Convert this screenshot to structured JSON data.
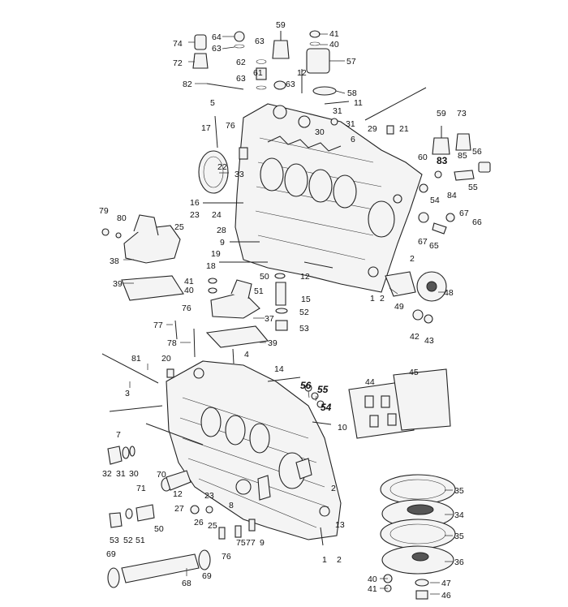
{
  "labels": {
    "p1": "1",
    "p2": "2",
    "p2b": "2",
    "p2c": "2",
    "p3": "3",
    "p4": "4",
    "p5": "5",
    "p6": "6",
    "p7": "7",
    "p8": "8",
    "p9": "9",
    "p9b": "9",
    "p10": "10",
    "p11": "11",
    "p12": "12",
    "p12b": "12",
    "p12c": "12",
    "p13": "13",
    "p14": "14",
    "p15": "15",
    "p16": "16",
    "p17": "17",
    "p18": "18",
    "p19": "19",
    "p20": "20",
    "p21": "21",
    "p22": "22",
    "p23": "23",
    "p23b": "23",
    "p24": "24",
    "p25": "25",
    "p25b": "25",
    "p26": "26",
    "p27": "27",
    "p28": "28",
    "p29": "29",
    "p30": "30",
    "p30b": "30",
    "p31": "31",
    "p31b": "31",
    "p32": "32",
    "p33": "33",
    "p34": "34",
    "p35": "35",
    "p35b": "35",
    "p36": "36",
    "p37": "37",
    "p38": "38",
    "p39": "39",
    "p39b": "39",
    "p40": "40",
    "p40b": "40",
    "p40c": "40",
    "p41": "41",
    "p41b": "41",
    "p41c": "41",
    "p42": "42",
    "p43": "43",
    "p44": "44",
    "p45": "45",
    "p46": "46",
    "p47": "47",
    "p48": "48",
    "p49": "49",
    "p50": "50",
    "p50b": "50",
    "p51": "51",
    "p51b": "51",
    "p52": "52",
    "p52b": "52",
    "p53": "53",
    "p53b": "53",
    "p54": "54",
    "p55": "55",
    "p56": "56",
    "p57": "57",
    "p58": "58",
    "p59": "59",
    "p59b": "59",
    "p60": "60",
    "p61": "61",
    "p62": "62",
    "p63": "63",
    "p63b": "63",
    "p63c": "63",
    "p63d": "63",
    "p64": "64",
    "p65": "65",
    "p66": "66",
    "p67": "67",
    "p67b": "67",
    "p68": "68",
    "p69": "69",
    "p69b": "69",
    "p70": "70",
    "p71": "71",
    "p72": "72",
    "p73": "73",
    "p74": "74",
    "p75": "75",
    "p76": "76",
    "p76b": "76",
    "p76c": "76",
    "p77": "77",
    "p77b": "77",
    "p78": "78",
    "p79": "79",
    "p80": "80",
    "p81": "81",
    "p82": "82",
    "p83": "83",
    "p84": "84",
    "p85": "85"
  },
  "handwritten": {
    "h56": "56",
    "h55": "55",
    "h54": "54"
  },
  "colors": {
    "ink": "#222222",
    "paper": "#ffffff"
  }
}
